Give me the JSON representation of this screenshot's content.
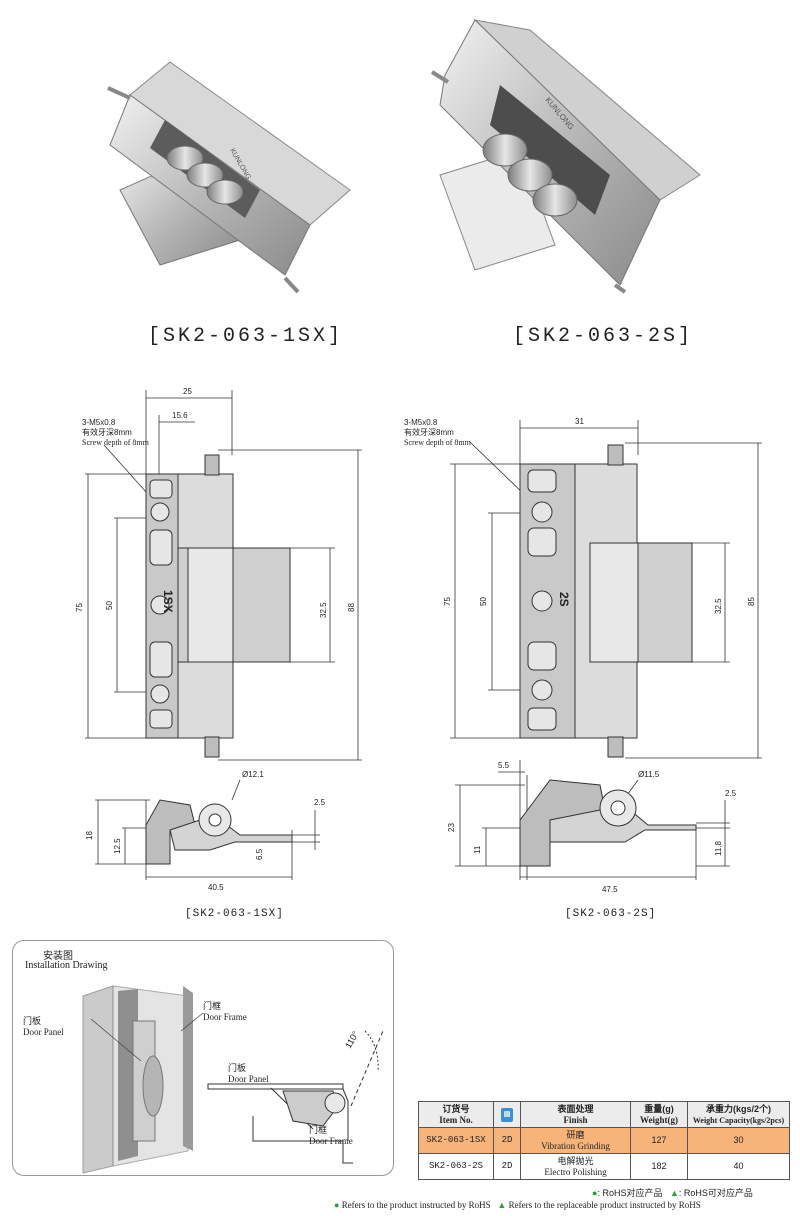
{
  "products": {
    "left_label": "[SK2-063-1SX]",
    "right_label": "[SK2-063-2S]",
    "left_engraving": "KUNLONG",
    "right_engraving": "KUNLONG"
  },
  "drawing_left": {
    "screw_note_1": "3-M5x0.8",
    "screw_note_2": "有效牙深8mm",
    "screw_note_3": "Screw depth of 8mm",
    "dim_width": "25",
    "dim_inner": "15.6",
    "dim_75": "75",
    "dim_50": "50",
    "dim_32_5": "32.5",
    "dim_88": "88",
    "marking": "1SX",
    "side_dia": "Ø12.1",
    "side_2_5": "2.5",
    "side_18": "18",
    "side_12_5": "12.5",
    "side_6_5": "6.5",
    "side_40_5": "40.5",
    "caption": "[SK2-063-1SX]"
  },
  "drawing_right": {
    "screw_note_1": "3-M5x0.8",
    "screw_note_2": "有效牙深8mm",
    "screw_note_3": "Screw depth of 8mm",
    "dim_width": "31",
    "dim_75": "75",
    "dim_50": "50",
    "dim_32_5": "32.5",
    "dim_85": "85",
    "marking": "2S",
    "side_5_5": "5.5",
    "side_dia": "Ø11.5",
    "side_2_5": "2.5",
    "side_23": "23",
    "side_11": "11",
    "side_11_8": "11.8",
    "side_47_5": "47.5",
    "caption": "[SK2-063-2S]"
  },
  "installation": {
    "title_cn": "安装图",
    "title_en": "Installation Drawing",
    "door_panel_cn": "门板",
    "door_panel_en": "Door Panel",
    "door_frame_cn": "门框",
    "door_frame_en": "Door Frame",
    "angle": "110°",
    "door_panel2_cn": "门板",
    "door_panel2_en": "Door Panel",
    "door_frame2_cn": "门框",
    "door_frame2_en": "Door Frame"
  },
  "spec_table": {
    "headers": [
      {
        "cn": "订货号",
        "en": "Item No."
      },
      {
        "cn": "",
        "en": ""
      },
      {
        "cn": "表面处理",
        "en": "Finish"
      },
      {
        "cn": "重量(g)",
        "en": "Weight(g)"
      },
      {
        "cn": "承重力(kgs/2个)",
        "en": "Weight Capacity(kgs/2pcs)"
      }
    ],
    "rows": [
      {
        "item": "SK2-063-1SX",
        "file": "2D",
        "finish_cn": "研磨",
        "finish_en": "Vibration Grinding",
        "weight": "127",
        "capacity": "30"
      },
      {
        "item": "SK2-063-2S",
        "file": "2D",
        "finish_cn": "电解抛光",
        "finish_en": "Electro Polishing",
        "weight": "182",
        "capacity": "40"
      }
    ]
  },
  "legend": {
    "rohs_cn": ": RoHS对应产品",
    "replace_cn": ": RoHS可对应产品",
    "rohs_en": "Refers to the product instructed by RoHS",
    "replace_en": "Refers to the replaceable product instructed by RoHS"
  },
  "colors": {
    "highlight_row": "#f6b47b",
    "legend_green": "#2a9d3a"
  }
}
